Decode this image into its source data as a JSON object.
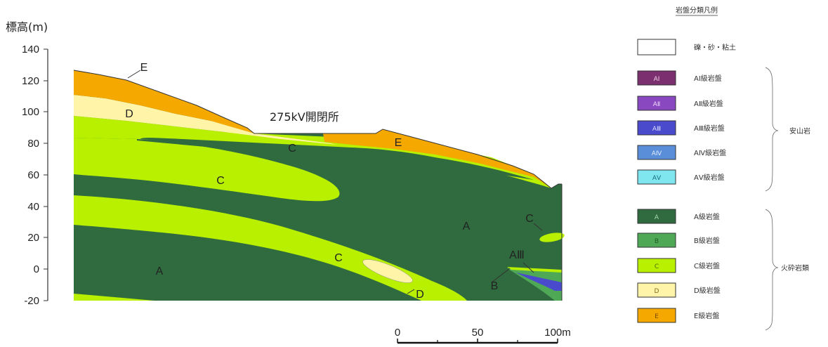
{
  "y_axis": {
    "label": "標高(m)",
    "ticks": [
      "140",
      "120",
      "100",
      "80",
      "60",
      "40",
      "20",
      "0",
      "-20"
    ]
  },
  "site_label": "275kV開閉所",
  "zone_labels": [
    {
      "id": "E1",
      "text": "E"
    },
    {
      "id": "D1",
      "text": "D"
    },
    {
      "id": "E2",
      "text": "E"
    },
    {
      "id": "C1",
      "text": "C"
    },
    {
      "id": "C2",
      "text": "C"
    },
    {
      "id": "A1",
      "text": "A"
    },
    {
      "id": "C3",
      "text": "C"
    },
    {
      "id": "A2",
      "text": "A"
    },
    {
      "id": "C4",
      "text": "C"
    },
    {
      "id": "AIII",
      "text": "AⅢ"
    },
    {
      "id": "B1",
      "text": "B"
    },
    {
      "id": "D2",
      "text": "D"
    }
  ],
  "scale_bar": {
    "ticks": [
      "0",
      "50",
      "100m"
    ]
  },
  "legend": {
    "title": "岩盤分類凡例",
    "items": [
      {
        "code": "",
        "label": "礫・砂・粘土",
        "color": "#ffffff",
        "code_color": "#333"
      },
      {
        "code": "AⅠ",
        "label": "AⅠ級岩盤",
        "color": "#7b2f6e",
        "code_color": "#f0d0ea"
      },
      {
        "code": "AⅡ",
        "label": "AⅡ級岩盤",
        "color": "#8a48c0",
        "code_color": "#ead8f8"
      },
      {
        "code": "AⅢ",
        "label": "AⅢ級岩盤",
        "color": "#4a4acc",
        "code_color": "#dcdcff"
      },
      {
        "code": "AⅣ",
        "label": "AⅣ級岩盤",
        "color": "#5a8ed8",
        "code_color": "#e0ecff"
      },
      {
        "code": "AⅤ",
        "label": "AⅤ級岩盤",
        "color": "#7fe6f0",
        "code_color": "#1b6d78"
      },
      {
        "code": "A",
        "label": "A級岩盤",
        "color": "#2f6b3e",
        "code_color": "#a8d8b0"
      },
      {
        "code": "B",
        "label": "B級岩盤",
        "color": "#4ea855",
        "code_color": "#1e5c25"
      },
      {
        "code": "C",
        "label": "C級岩盤",
        "color": "#b8f000",
        "code_color": "#4c6a00"
      },
      {
        "code": "D",
        "label": "D級岩盤",
        "color": "#fff4a8",
        "code_color": "#7a6a20"
      },
      {
        "code": "E",
        "label": "E級岩盤",
        "color": "#f5a800",
        "code_color": "#7a4a00"
      }
    ],
    "groups": [
      {
        "label": "安山岩"
      },
      {
        "label": "火砕岩類"
      }
    ]
  },
  "colors": {
    "A": "#2f6b3e",
    "B": "#4ea855",
    "C": "#b8f000",
    "D": "#fff4a8",
    "E": "#f5a800",
    "AIII": "#4a4acc"
  }
}
